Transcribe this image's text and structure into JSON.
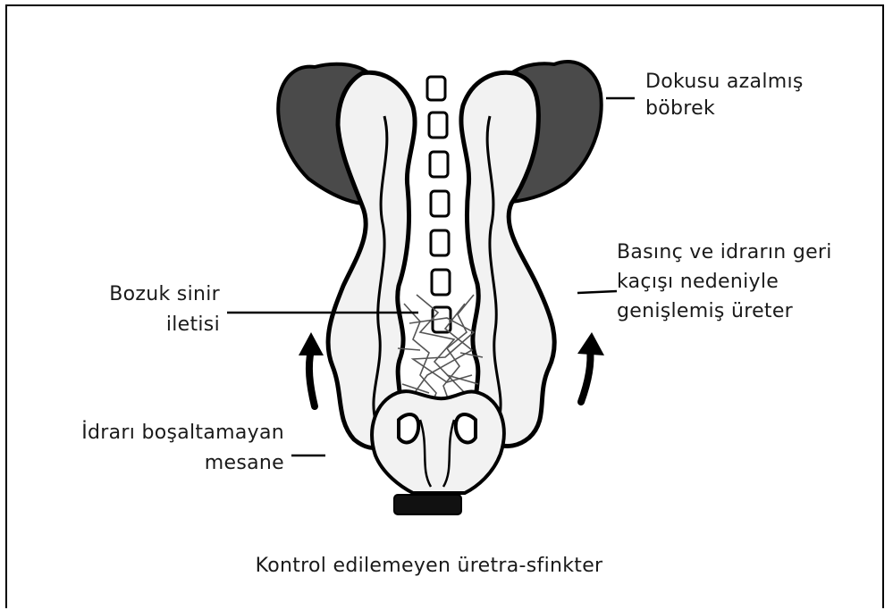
{
  "labels": {
    "kidney": [
      "Dokusu azalmış",
      "böbrek"
    ],
    "ureter": [
      "Basınç ve idrarın geri",
      "kaçışı nedeniyle",
      "genişlemiş üreter"
    ],
    "nerve": [
      "Bozuk sinir",
      "iletisi"
    ],
    "bladder": [
      "İdrarı boşaltamayan",
      "mesane"
    ],
    "sphincter": "Kontrol edilemeyen üretra-sfinkter"
  }
}
